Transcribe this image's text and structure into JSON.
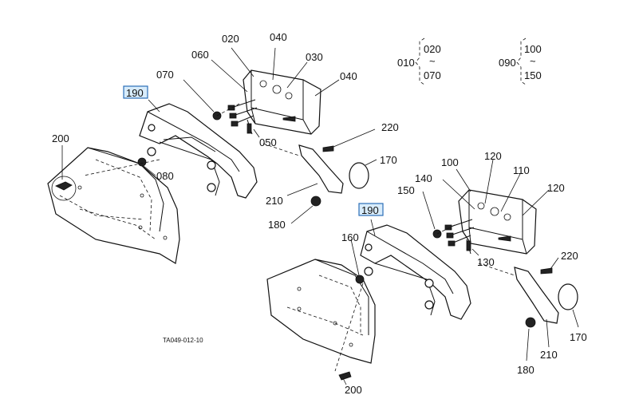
{
  "diagram_id": "TA049-012-10",
  "group_left": {
    "label": "010",
    "range_top": "020",
    "tilde": "~",
    "range_bottom": "070"
  },
  "group_right": {
    "label": "090",
    "range_top": "100",
    "tilde": "~",
    "range_bottom": "150"
  },
  "callouts_left": {
    "c020": "020",
    "c040a": "040",
    "c060": "060",
    "c030": "030",
    "c040b": "040",
    "c070": "070",
    "c190": "190",
    "c200": "200",
    "c080": "080",
    "c050": "050",
    "c220": "220",
    "c170": "170",
    "c210": "210",
    "c180": "180"
  },
  "callouts_right": {
    "c190": "190",
    "c100": "100",
    "c120a": "120",
    "c140": "140",
    "c150": "150",
    "c110": "110",
    "c120b": "120",
    "c160": "160",
    "c130": "130",
    "c220": "220",
    "c170": "170",
    "c210": "210",
    "c180": "180",
    "c200": "200"
  },
  "highlight_color": "#d8ecfb"
}
